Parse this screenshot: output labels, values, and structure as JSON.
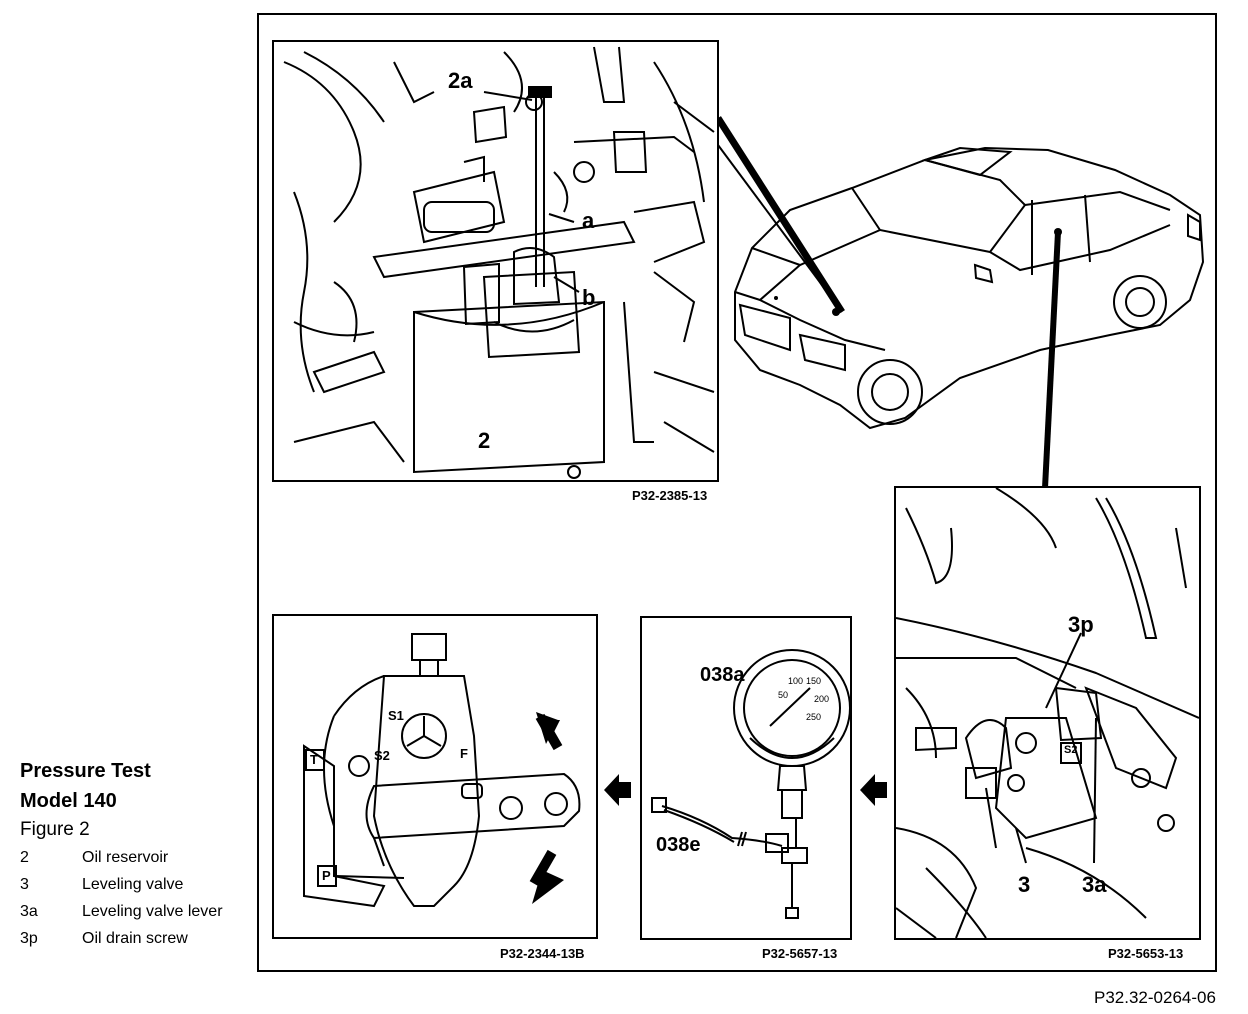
{
  "legend": {
    "title_line1": "Pressure Test",
    "title_line2": "Model 140",
    "figure": "Figure 2",
    "items": [
      {
        "key": "2",
        "label": "Oil reservoir"
      },
      {
        "key": "3",
        "label": "Leveling valve"
      },
      {
        "key": "3a",
        "label": "Leveling valve lever"
      },
      {
        "key": "3p",
        "label": "Oil drain screw"
      }
    ]
  },
  "panels": {
    "reservoir": {
      "code": "P32-2385-13",
      "labels": {
        "c2a": "2a",
        "ca": "a",
        "cb": "b",
        "c2": "2"
      }
    },
    "valve": {
      "code": "P32-5653-13",
      "labels": {
        "c3p": "3p",
        "c3": "3",
        "c3a": "3a"
      }
    },
    "gauge": {
      "code": "P32-5657-13",
      "labels": {
        "c038a": "038a",
        "c038e": "038e",
        "s50": "50",
        "s100": "100",
        "s150": "150",
        "s200": "200",
        "s250": "250"
      }
    },
    "lever": {
      "code": "P32-2344-13B",
      "labels": {
        "s1": "S1",
        "s2": "S2",
        "f": "F",
        "t": "T",
        "p": "P"
      }
    },
    "valve_marks": {
      "s2": "S2"
    }
  },
  "figure_code": "P32.32-0264-06"
}
